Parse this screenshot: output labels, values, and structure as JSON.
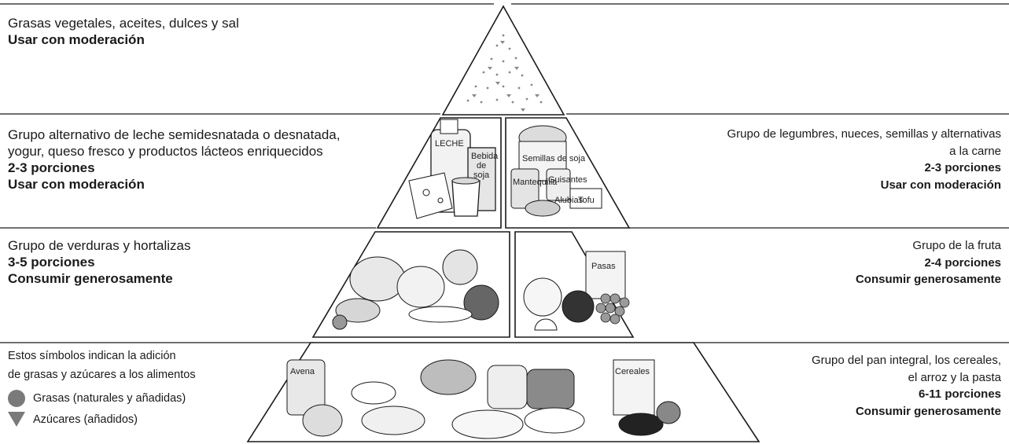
{
  "tiers": {
    "top": {
      "left_title": "Grasas vegetales, aceites, dulces y sal",
      "left_advice": "Usar con moderación"
    },
    "dairy": {
      "left_title_1": "Grupo alternativo de leche semidesnatada o desnatada,",
      "left_title_2": "yogur, queso fresco y productos lácteos enriquecidos",
      "left_portions": "2-3 porciones",
      "left_advice": "Usar con moderación"
    },
    "protein": {
      "right_title_1": "Grupo de legumbres, nueces, semillas y alternativas",
      "right_title_2": "a la carne",
      "right_portions": "2-3 porciones",
      "right_advice": "Usar con moderación"
    },
    "vegetables": {
      "left_title": "Grupo de verduras y hortalizas",
      "left_portions": "3-5 porciones",
      "left_advice": "Consumir generosamente"
    },
    "fruit": {
      "right_title": "Grupo de la fruta",
      "right_portions": "2-4 porciones",
      "right_advice": "Consumir generosamente"
    },
    "grains": {
      "right_title_1": "Grupo del pan integral, los cereales,",
      "right_title_2": "el arroz y la pasta",
      "right_portions": "6-11 porciones",
      "right_advice": "Consumir generosamente"
    }
  },
  "legend": {
    "intro_1": "Estos símbolos indican la adición",
    "intro_2": "de grasas y azúcares a los alimentos",
    "fats": "Grasas (naturales y añadidas)",
    "sugars": "Azúcares (añadidos)"
  },
  "food_labels": {
    "leche": "LECHE",
    "bebida_1": "Bebida",
    "bebida_2": "de",
    "bebida_3": "soja",
    "semillas": "Semillas de soja",
    "mantequilla": "Mantequilla",
    "guisantes": "Guisantes",
    "alubias": "Alubias",
    "tofu": "Tofu",
    "pasas": "Pasas",
    "avena": "Avena",
    "cereales": "Cereales"
  },
  "colors": {
    "symbol_gray": "#7a7a7a",
    "line": "#1a1a1a"
  }
}
